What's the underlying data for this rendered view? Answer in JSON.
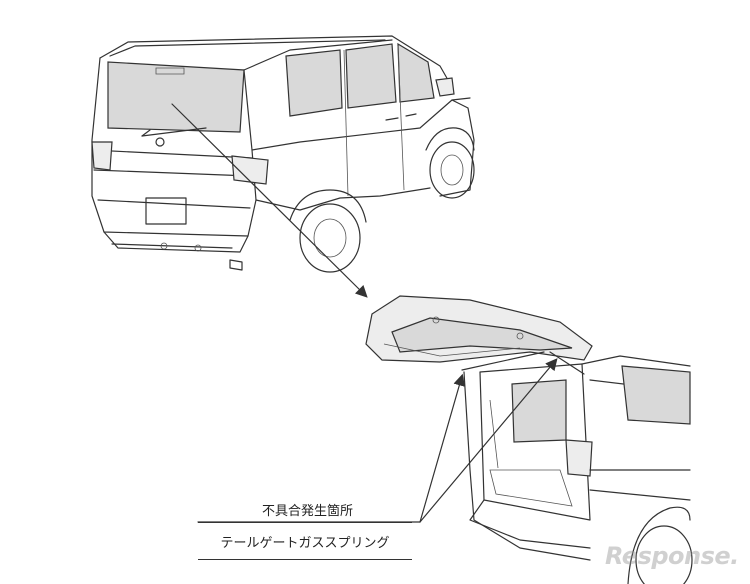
{
  "caption": {
    "location_title": "不具合発生箇所",
    "part_name": "テールゲートガススプリング"
  },
  "watermark": "Response."
}
